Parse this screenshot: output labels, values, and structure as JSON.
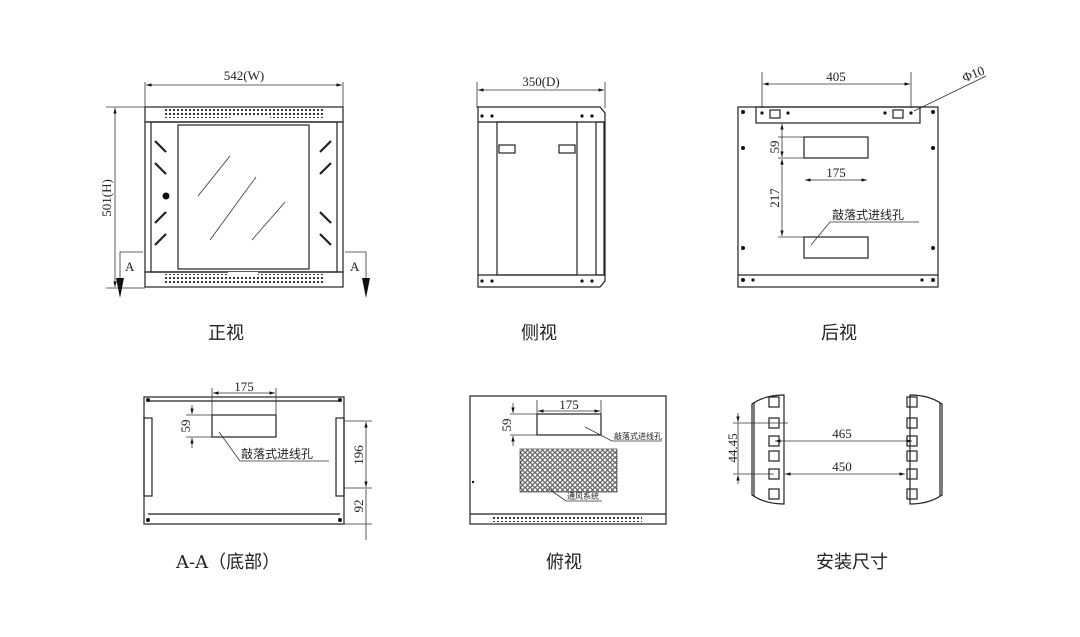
{
  "title": "Wall-mount network cabinet dimension drawing",
  "views": {
    "front": {
      "caption": "正视",
      "width_label": "542(W)",
      "height_label": "501(H)",
      "section_mark_left": "A",
      "section_mark_right": "A"
    },
    "side": {
      "caption": "侧视",
      "depth_label": "350(D)"
    },
    "rear": {
      "caption": "后视",
      "hole_spacing_label": "405",
      "hole_diameter_label": "Φ10",
      "knockout_height_label": "59",
      "knockout_width_label": "175",
      "knockout_spacing_label": "217",
      "knockout_note": "敲落式进线孔"
    },
    "bottom": {
      "caption": "A-A（底部）",
      "knockout_width_label": "175",
      "knockout_height_label": "59",
      "knockout_note": "敲落式进线孔",
      "dim_196_label": "196",
      "dim_92_label": "92"
    },
    "top": {
      "caption": "俯视",
      "knockout_width_label": "175",
      "knockout_height_label": "59",
      "knockout_note": "敲落式进线孔",
      "vent_note": "通风系统"
    },
    "install": {
      "caption": "安装尺寸",
      "u_pitch_label": "44.45",
      "outer_width_label": "465",
      "inner_width_label": "450"
    }
  }
}
